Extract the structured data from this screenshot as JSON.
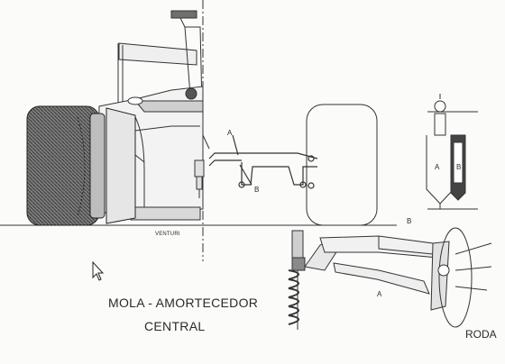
{
  "diagram": {
    "labels": {
      "venturi": "VENTURI",
      "upper_a": "A",
      "upper_b": "B",
      "damper_a": "A",
      "damper_b": "B",
      "lower_a": "A",
      "lower_b": "B",
      "roda": "RODA"
    },
    "caption": {
      "line1": "MOLA - AMORTECEDOR",
      "line2": "CENTRAL"
    }
  }
}
